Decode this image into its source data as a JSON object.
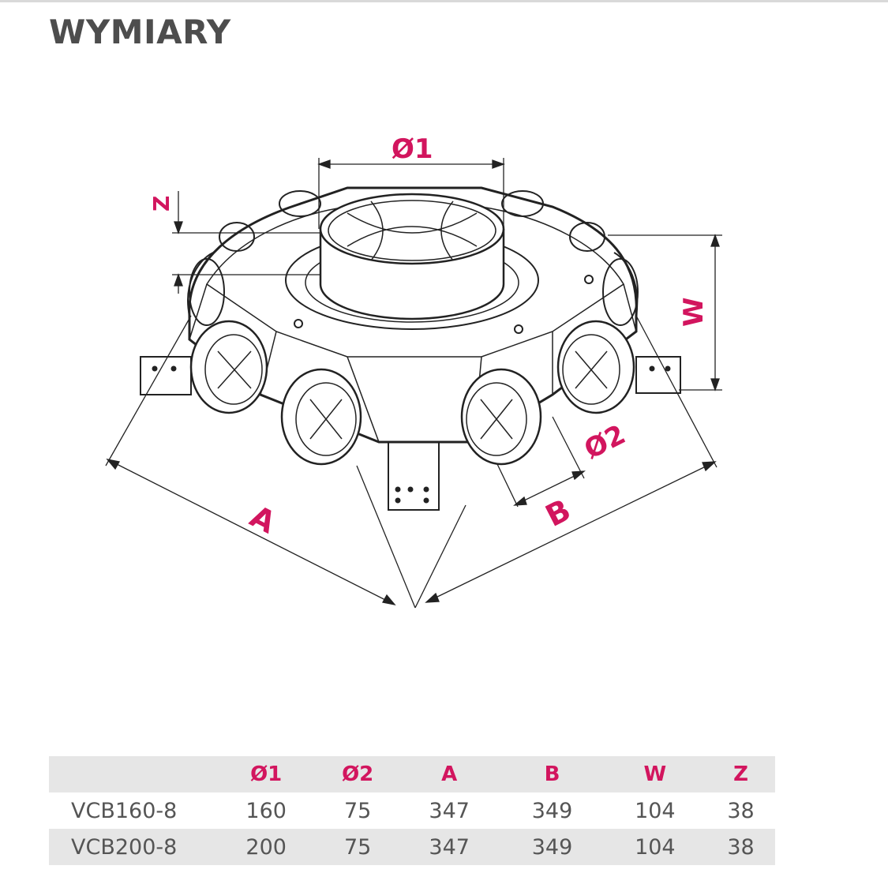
{
  "title": "WYMIARY",
  "colors": {
    "accent": "#d2155e",
    "title_text": "#4d4d4d",
    "body_text": "#555555",
    "row_shade": "#e6e6e6"
  },
  "drawing": {
    "labels": {
      "d1": "Ø1",
      "d2": "Ø2",
      "a": "A",
      "b": "B",
      "w": "W",
      "z": "Z"
    }
  },
  "table": {
    "headers": [
      "",
      "Ø1",
      "Ø2",
      "A",
      "B",
      "W",
      "Z"
    ],
    "rows": [
      {
        "model": "VCB160-8",
        "d1": "160",
        "d2": "75",
        "a": "347",
        "b": "349",
        "w": "104",
        "z": "38"
      },
      {
        "model": "VCB200-8",
        "d1": "200",
        "d2": "75",
        "a": "347",
        "b": "349",
        "w": "104",
        "z": "38"
      }
    ]
  }
}
